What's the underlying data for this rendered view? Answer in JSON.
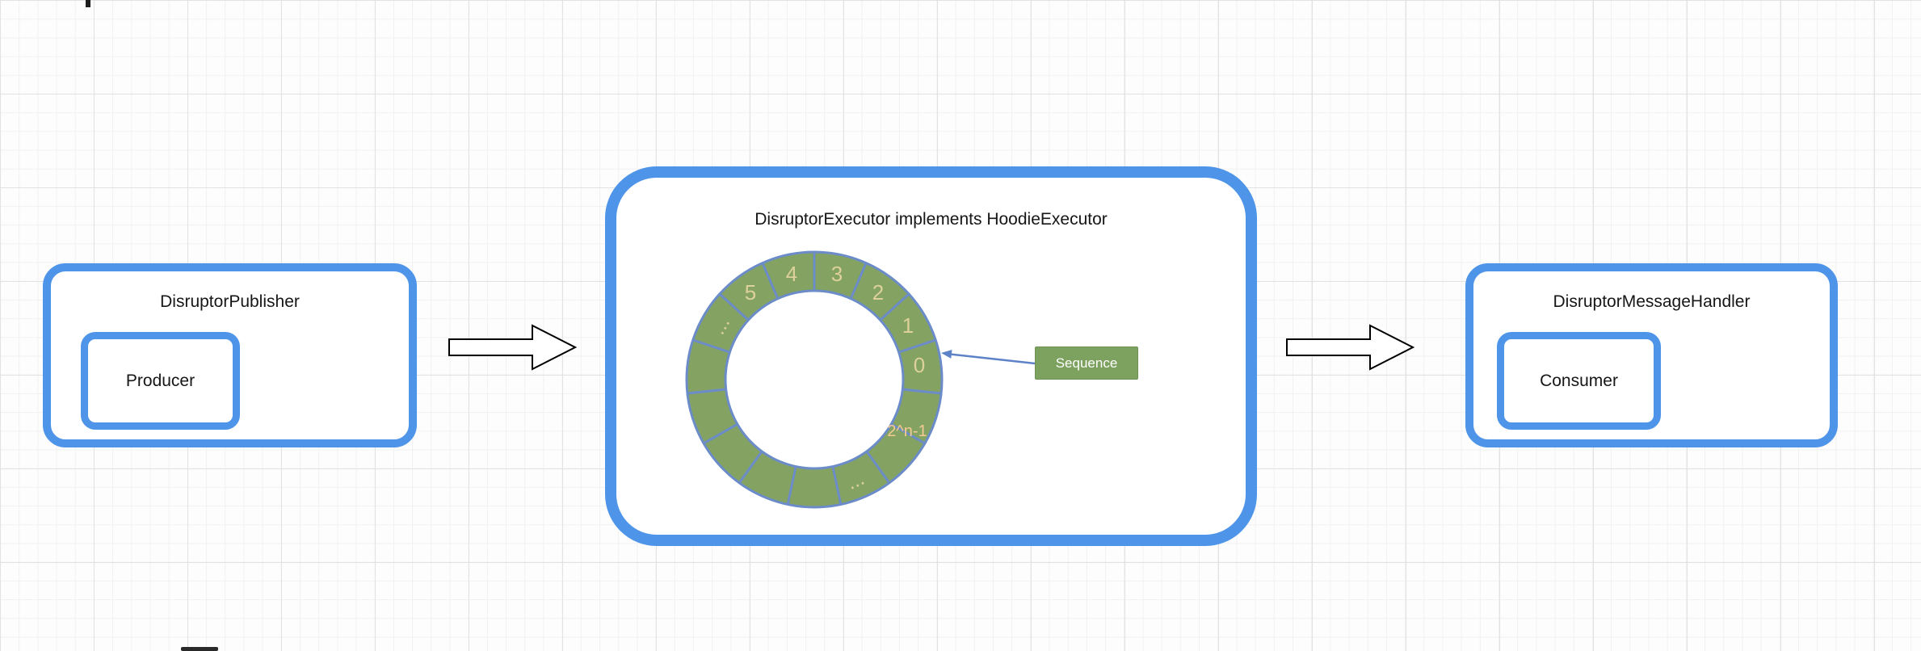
{
  "colors": {
    "node_blue": "#4e95ea",
    "ring_green": "#84a363",
    "ring_divider_blue": "#6b8cc9",
    "ring_digit_tan": "#ddd09a",
    "ring_power_orange": "#f4ca92",
    "seq_green": "#7da25f",
    "pointer_blue": "#5d82c8",
    "grid_major": "#e2e2e2",
    "grid_minor": "#f1f1f1"
  },
  "nodes": {
    "publisher": {
      "title": "DisruptorPublisher",
      "child": "Producer"
    },
    "executor": {
      "title": "DisruptorExecutor implements HoodieExecutor",
      "sequence_label": "Sequence",
      "ring_labels": [
        "...",
        "5",
        "4",
        "3",
        "2",
        "1",
        "0",
        "2^n-1",
        "..."
      ]
    },
    "handler": {
      "title": "DisruptorMessageHandler",
      "child": "Consumer"
    }
  }
}
